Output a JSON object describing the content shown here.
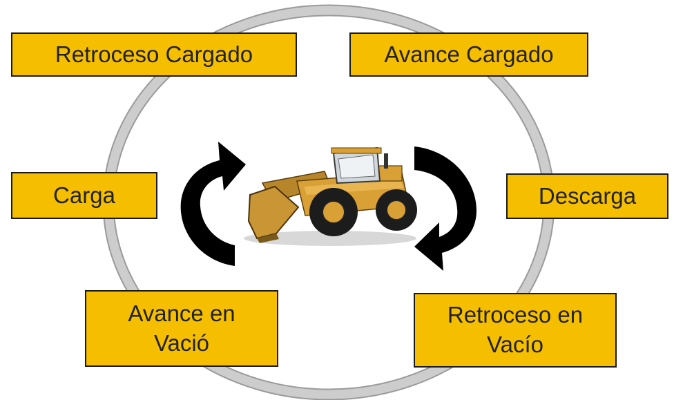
{
  "diagram": {
    "colors": {
      "box_fill": "#F5BF00",
      "ring": "#C8C8C8",
      "arrow": "#000000"
    },
    "stages": {
      "retroceso_cargado": "Retroceso Cargado",
      "avance_cargado": "Avance Cargado",
      "carga": "Carga",
      "descarga": "Descarga",
      "avance_vacio": "Avance en\nVació",
      "retroceso_vacio": "Retroceso en\nVacío"
    },
    "center_image": "wheel-loader",
    "arrows": [
      "left-cycle-arrow",
      "right-cycle-arrow"
    ]
  }
}
